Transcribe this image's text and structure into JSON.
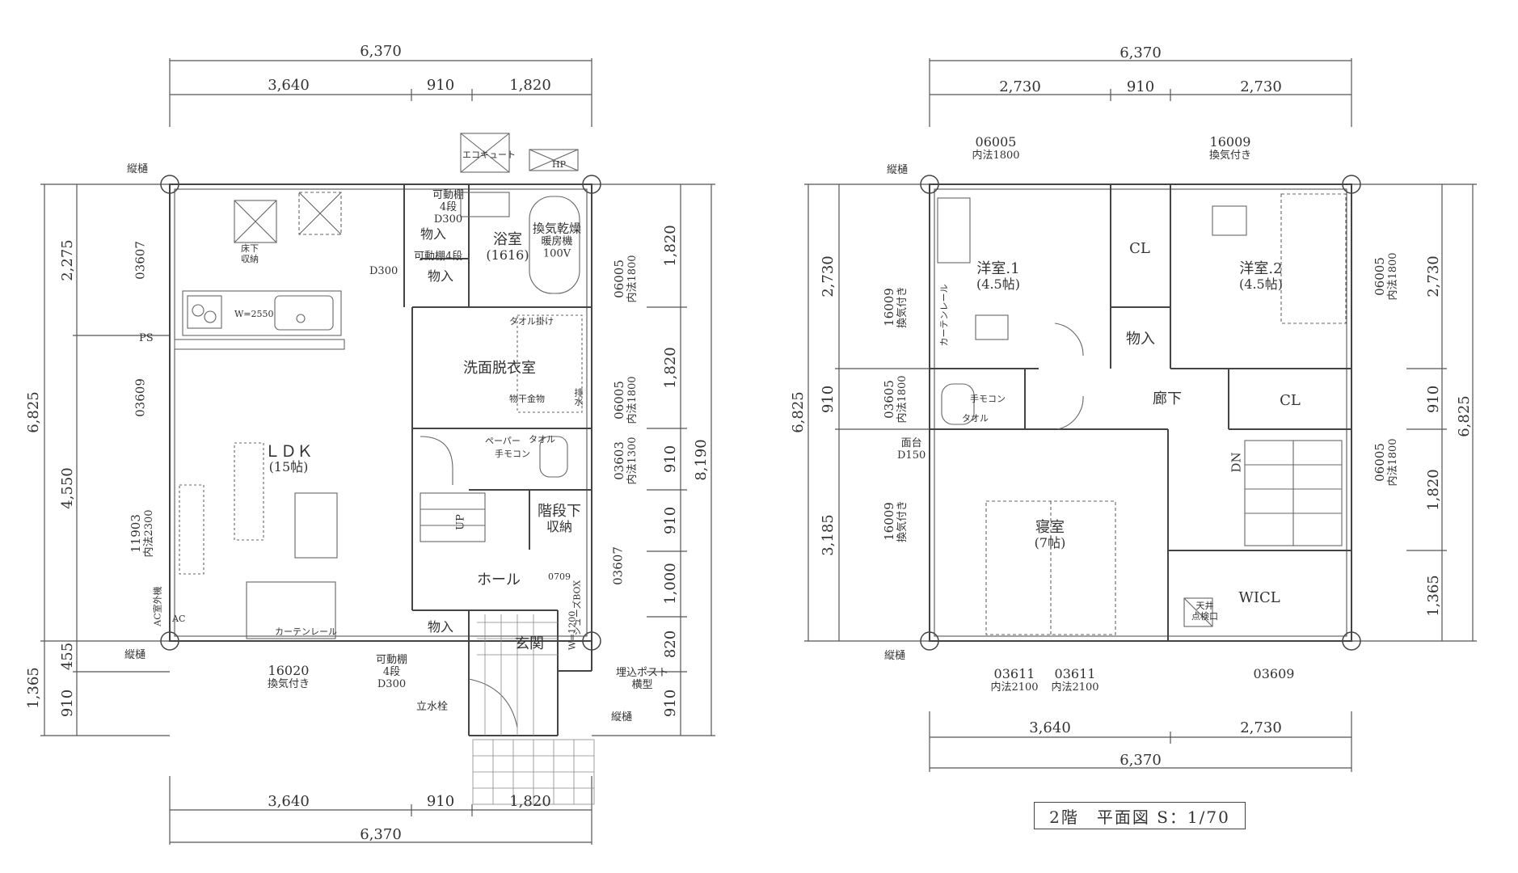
{
  "plan1": {
    "dims_top": {
      "total": "6,370",
      "a": "3,640",
      "b": "910",
      "c": "1,820"
    },
    "dims_bottom": {
      "a": "3,640",
      "b": "910",
      "c": "1,820",
      "total": "6,370"
    },
    "dims_left": {
      "total": "6,825",
      "a": "2,275",
      "b": "4,550",
      "c": "1,365",
      "d": "455",
      "e": "910"
    },
    "dims_right": {
      "a": "1,820",
      "b": "1,820",
      "c": "910",
      "d": "910",
      "e": "1,000",
      "f": "820",
      "g": "910",
      "total": "8,190"
    },
    "rooms": {
      "ldk": "ＬＤＫ",
      "ldk_sub": "(15帖)",
      "bath": "浴室",
      "bath_sub": "(1616)",
      "dryer": "換気乾燥",
      "dryer2": "暖房機",
      "dryer3": "100V",
      "washroom": "洗面脱衣室",
      "storage1": "物入",
      "storage2": "物入",
      "storage3": "物入",
      "understair": "階段下",
      "understair2": "収納",
      "hall": "ホール",
      "entrance": "玄関"
    },
    "notes": {
      "shelf1": "可動棚",
      "shelf1b": "4段",
      "shelf1c": "D300",
      "shelf2": "可動棚4段",
      "d300": "D300",
      "shelf3": "可動棚",
      "shelf3b": "4段",
      "shelf3c": "D300",
      "towel": "タオル掛け",
      "dryhanger": "物干金物",
      "drain": "排水",
      "paper": "ペーパー",
      "towel2": "タオル",
      "remote": "手モコン",
      "underfloor": "床下",
      "underfloor2": "収納",
      "ecocute": "エコキュート",
      "hp": "HP",
      "kitchen_w": "W=2550",
      "ps": "PS",
      "gutter1": "縦樋",
      "gutter2": "縦樋",
      "gutter3": "縦樋",
      "ac": "AC",
      "ac_outdoor": "AC室外機",
      "curtain": "カーテンレール",
      "up": "UP",
      "door_w": "W=1200",
      "post": "埋込ポスト",
      "post2": "横型",
      "faucet": "立水栓",
      "n0709": "0709",
      "shoebox": "シューズBOX"
    },
    "windows": {
      "w03607": "03607",
      "w03609": "03609",
      "w11903": "11903",
      "w11903b": "内法2300",
      "w16020": "16020",
      "w16020b": "換気付き",
      "w06005a": "06005",
      "w06005a2": "内法1800",
      "w06005b": "06005",
      "w06005b2": "内法1800",
      "w03603": "03603",
      "w03603b": "内法1300",
      "w03607b": "03607"
    }
  },
  "plan2": {
    "dims_top": {
      "total": "6,370",
      "a": "2,730",
      "b": "910",
      "c": "2,730"
    },
    "dims_bottom": {
      "a": "3,640",
      "b": "2,730",
      "total": "6,370"
    },
    "dims_left": {
      "total": "6,825",
      "a": "2,730",
      "b": "910",
      "c": "3,185"
    },
    "dims_right": {
      "a": "2,730",
      "b": "910",
      "c": "1,820",
      "d": "1,365",
      "total": "6,825"
    },
    "rooms": {
      "western1": "洋室.1",
      "western1_sub": "(4.5帖)",
      "western2": "洋室.2",
      "western2_sub": "(4.5帖)",
      "storage": "物入",
      "corridor": "廊下",
      "cl1": "CL",
      "cl2": "CL",
      "bedroom": "寝室",
      "bedroom_sub": "(7帖)",
      "wicl": "WICL",
      "dn": "DN"
    },
    "notes": {
      "gutter1": "縦樋",
      "gutter2": "縦樋",
      "remote": "手モコン",
      "towel": "タオル",
      "sink": "面台",
      "sink2": "D150",
      "curtain": "カーテンレール",
      "hatch": "天井",
      "hatch2": "点検口"
    },
    "windows": {
      "w06005t": "06005",
      "w06005t2": "内法1800",
      "w16009t": "16009",
      "w16009t2": "換気付き",
      "w16009l": "16009",
      "w16009l2": "換気付き",
      "w03605": "03605",
      "w03605b": "内法1800",
      "w16009l3": "16009",
      "w16009l4": "換気付き",
      "w06005r": "06005",
      "w06005r2": "内法1800",
      "w06005r3": "06005",
      "w06005r4": "内法1800",
      "w03611a": "03611",
      "w03611a2": "内法2100",
      "w03611b": "03611",
      "w03611b2": "内法2100",
      "w03609": "03609"
    },
    "caption": "2階　平面図 S：1/70"
  }
}
